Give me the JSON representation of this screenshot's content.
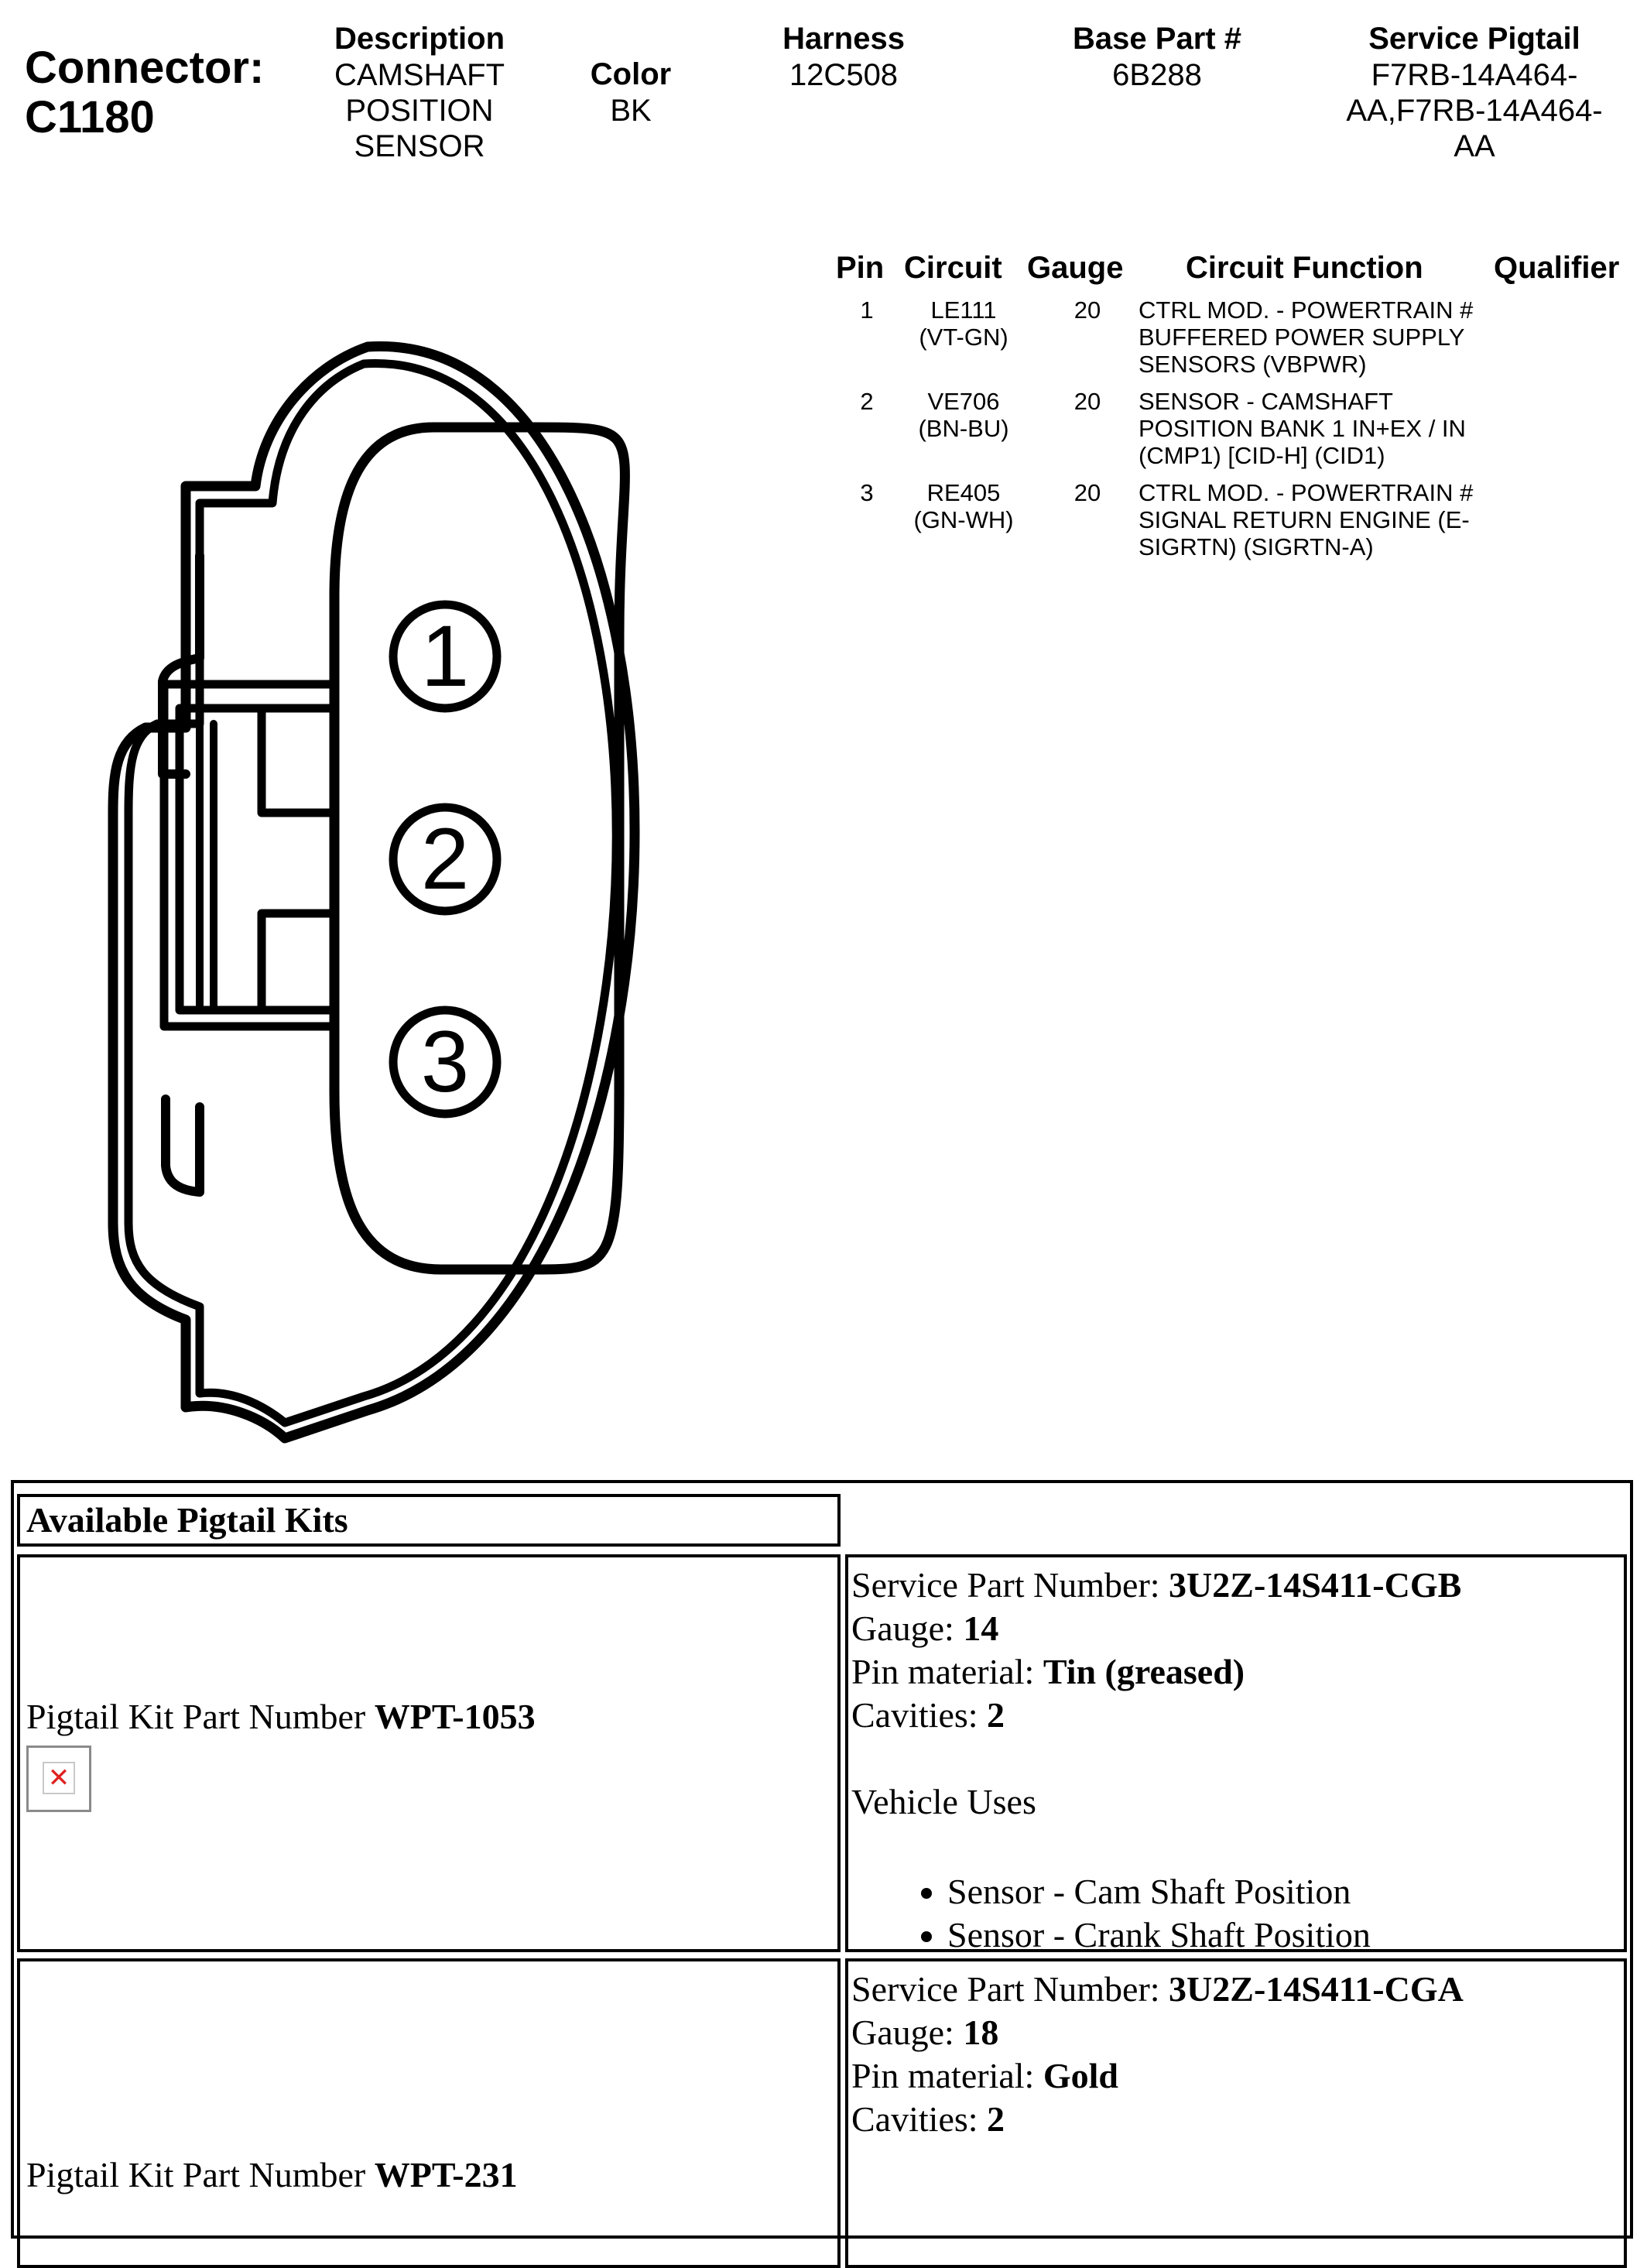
{
  "connector": {
    "title_line1": "Connector:",
    "title_line2": "C1180"
  },
  "header": {
    "description_label": "Description",
    "description_lines": [
      "CAMSHAFT",
      "POSITION",
      "SENSOR"
    ],
    "color_label": "Color",
    "color_value": "BK",
    "harness_label": "Harness",
    "harness_value": "12C508",
    "base_part_label": "Base Part #",
    "base_part_value": "6B288",
    "pigtail_label": "Service Pigtail",
    "pigtail_lines": [
      "F7RB-14A464-",
      "AA,F7RB-14A464-",
      "AA"
    ]
  },
  "pin_table": {
    "headers": {
      "pin": "Pin",
      "circuit": "Circuit",
      "gauge": "Gauge",
      "function": "Circuit Function",
      "qualifier": "Qualifier"
    },
    "rows": [
      {
        "pin": "1",
        "circuit": [
          "LE111",
          "(VT-GN)"
        ],
        "gauge": "20",
        "function": [
          "CTRL MOD. - POWERTRAIN #",
          "BUFFERED POWER SUPPLY",
          "SENSORS (VBPWR)"
        ],
        "qualifier": ""
      },
      {
        "pin": "2",
        "circuit": [
          "VE706",
          "(BN-BU)"
        ],
        "gauge": "20",
        "function": [
          "SENSOR - CAMSHAFT",
          "POSITION BANK 1 IN+EX / IN",
          "(CMP1) [CID-H] (CID1)"
        ],
        "qualifier": ""
      },
      {
        "pin": "3",
        "circuit": [
          "RE405",
          "(GN-WH)"
        ],
        "gauge": "20",
        "function": [
          "CTRL MOD. - POWERTRAIN #",
          "SIGNAL RETURN ENGINE (E-",
          "SIGRTN) (SIGRTN-A)"
        ],
        "qualifier": ""
      }
    ]
  },
  "diagram": {
    "pin_labels": [
      "1",
      "2",
      "3"
    ]
  },
  "pigtail_kits": {
    "section_title": "Available Pigtail Kits",
    "kits": [
      {
        "label_prefix": "Pigtail Kit Part Number ",
        "part_number": "WPT-1053",
        "service_part_label": "Service Part Number: ",
        "service_part_value": "3U2Z-14S411-CGB",
        "gauge_label": "Gauge: ",
        "gauge_value": "14",
        "pin_material_label": "Pin material: ",
        "pin_material_value": "Tin (greased)",
        "cavities_label": "Cavities: ",
        "cavities_value": "2",
        "vehicle_uses_label": "Vehicle Uses",
        "vehicle_uses": [
          "Sensor - Cam Shaft Position",
          "Sensor - Crank Shaft Position"
        ]
      },
      {
        "label_prefix": "Pigtail Kit Part Number ",
        "part_number": "WPT-231",
        "service_part_label": "Service Part Number: ",
        "service_part_value": "3U2Z-14S411-CGA",
        "gauge_label": "Gauge: ",
        "gauge_value": "18",
        "pin_material_label": "Pin material: ",
        "pin_material_value": "Gold",
        "cavities_label": "Cavities: ",
        "cavities_value": "2"
      }
    ]
  }
}
